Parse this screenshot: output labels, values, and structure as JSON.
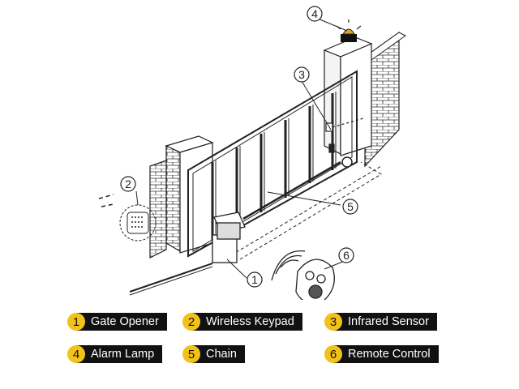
{
  "callouts": [
    "1",
    "2",
    "3",
    "4",
    "5",
    "6"
  ],
  "legend": [
    {
      "number": "1",
      "label": "Gate Opener"
    },
    {
      "number": "2",
      "label": "Wireless Keypad"
    },
    {
      "number": "3",
      "label": "Infrared Sensor"
    },
    {
      "number": "4",
      "label": "Alarm Lamp"
    },
    {
      "number": "5",
      "label": "Chain"
    },
    {
      "number": "6",
      "label": "Remote Control"
    }
  ],
  "colors": {
    "badge": "#f2c21b",
    "label_background": "#111111",
    "label_text": "#ffffff",
    "line_art": "#222222",
    "alarm_lamp": "#e8a41a"
  }
}
